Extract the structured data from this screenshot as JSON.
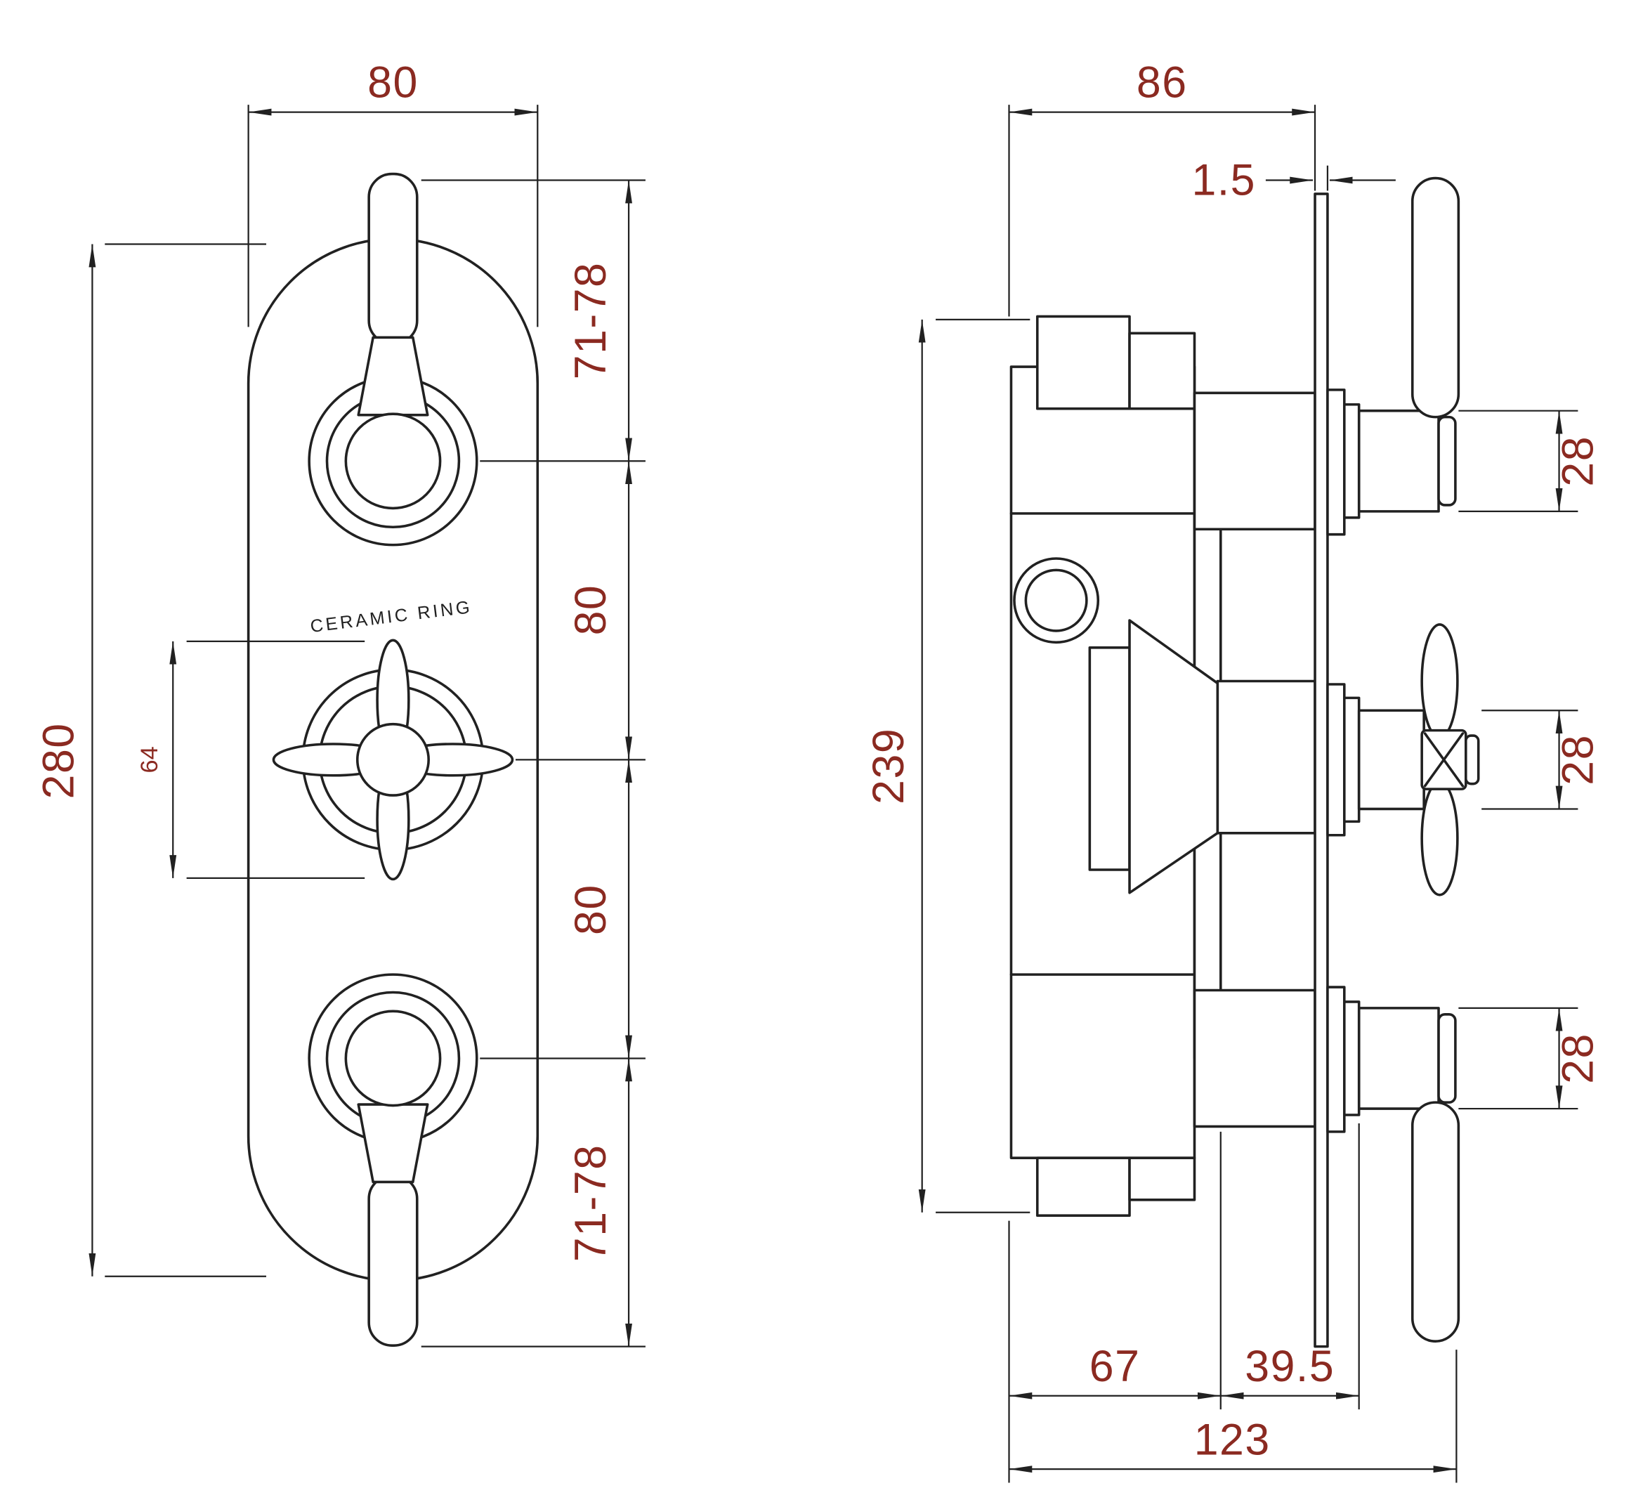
{
  "drawing": {
    "front_view": {
      "width_dim": "80",
      "height_dim": "280",
      "offset_top_dim": "71-78",
      "pitch_upper_dim": "80",
      "pitch_lower_dim": "80",
      "offset_bottom_dim": "71-78",
      "handle_span_dim": "64",
      "ceramic_ring_label": "CERAMIC RING"
    },
    "side_view": {
      "depth_dim": "86",
      "plate_thickness_dim": "1.5",
      "top_handle_dia_dim": "28",
      "mid_handle_dia_dim": "28",
      "bottom_handle_dia_dim": "28",
      "body_height_dim": "239",
      "body_depth_dim": "67",
      "projection_dim": "39.5",
      "overall_depth_dim": "123"
    },
    "colors": {
      "line": "#212121",
      "dimension_text": "#8b2a21",
      "background": "#ffffff"
    }
  }
}
